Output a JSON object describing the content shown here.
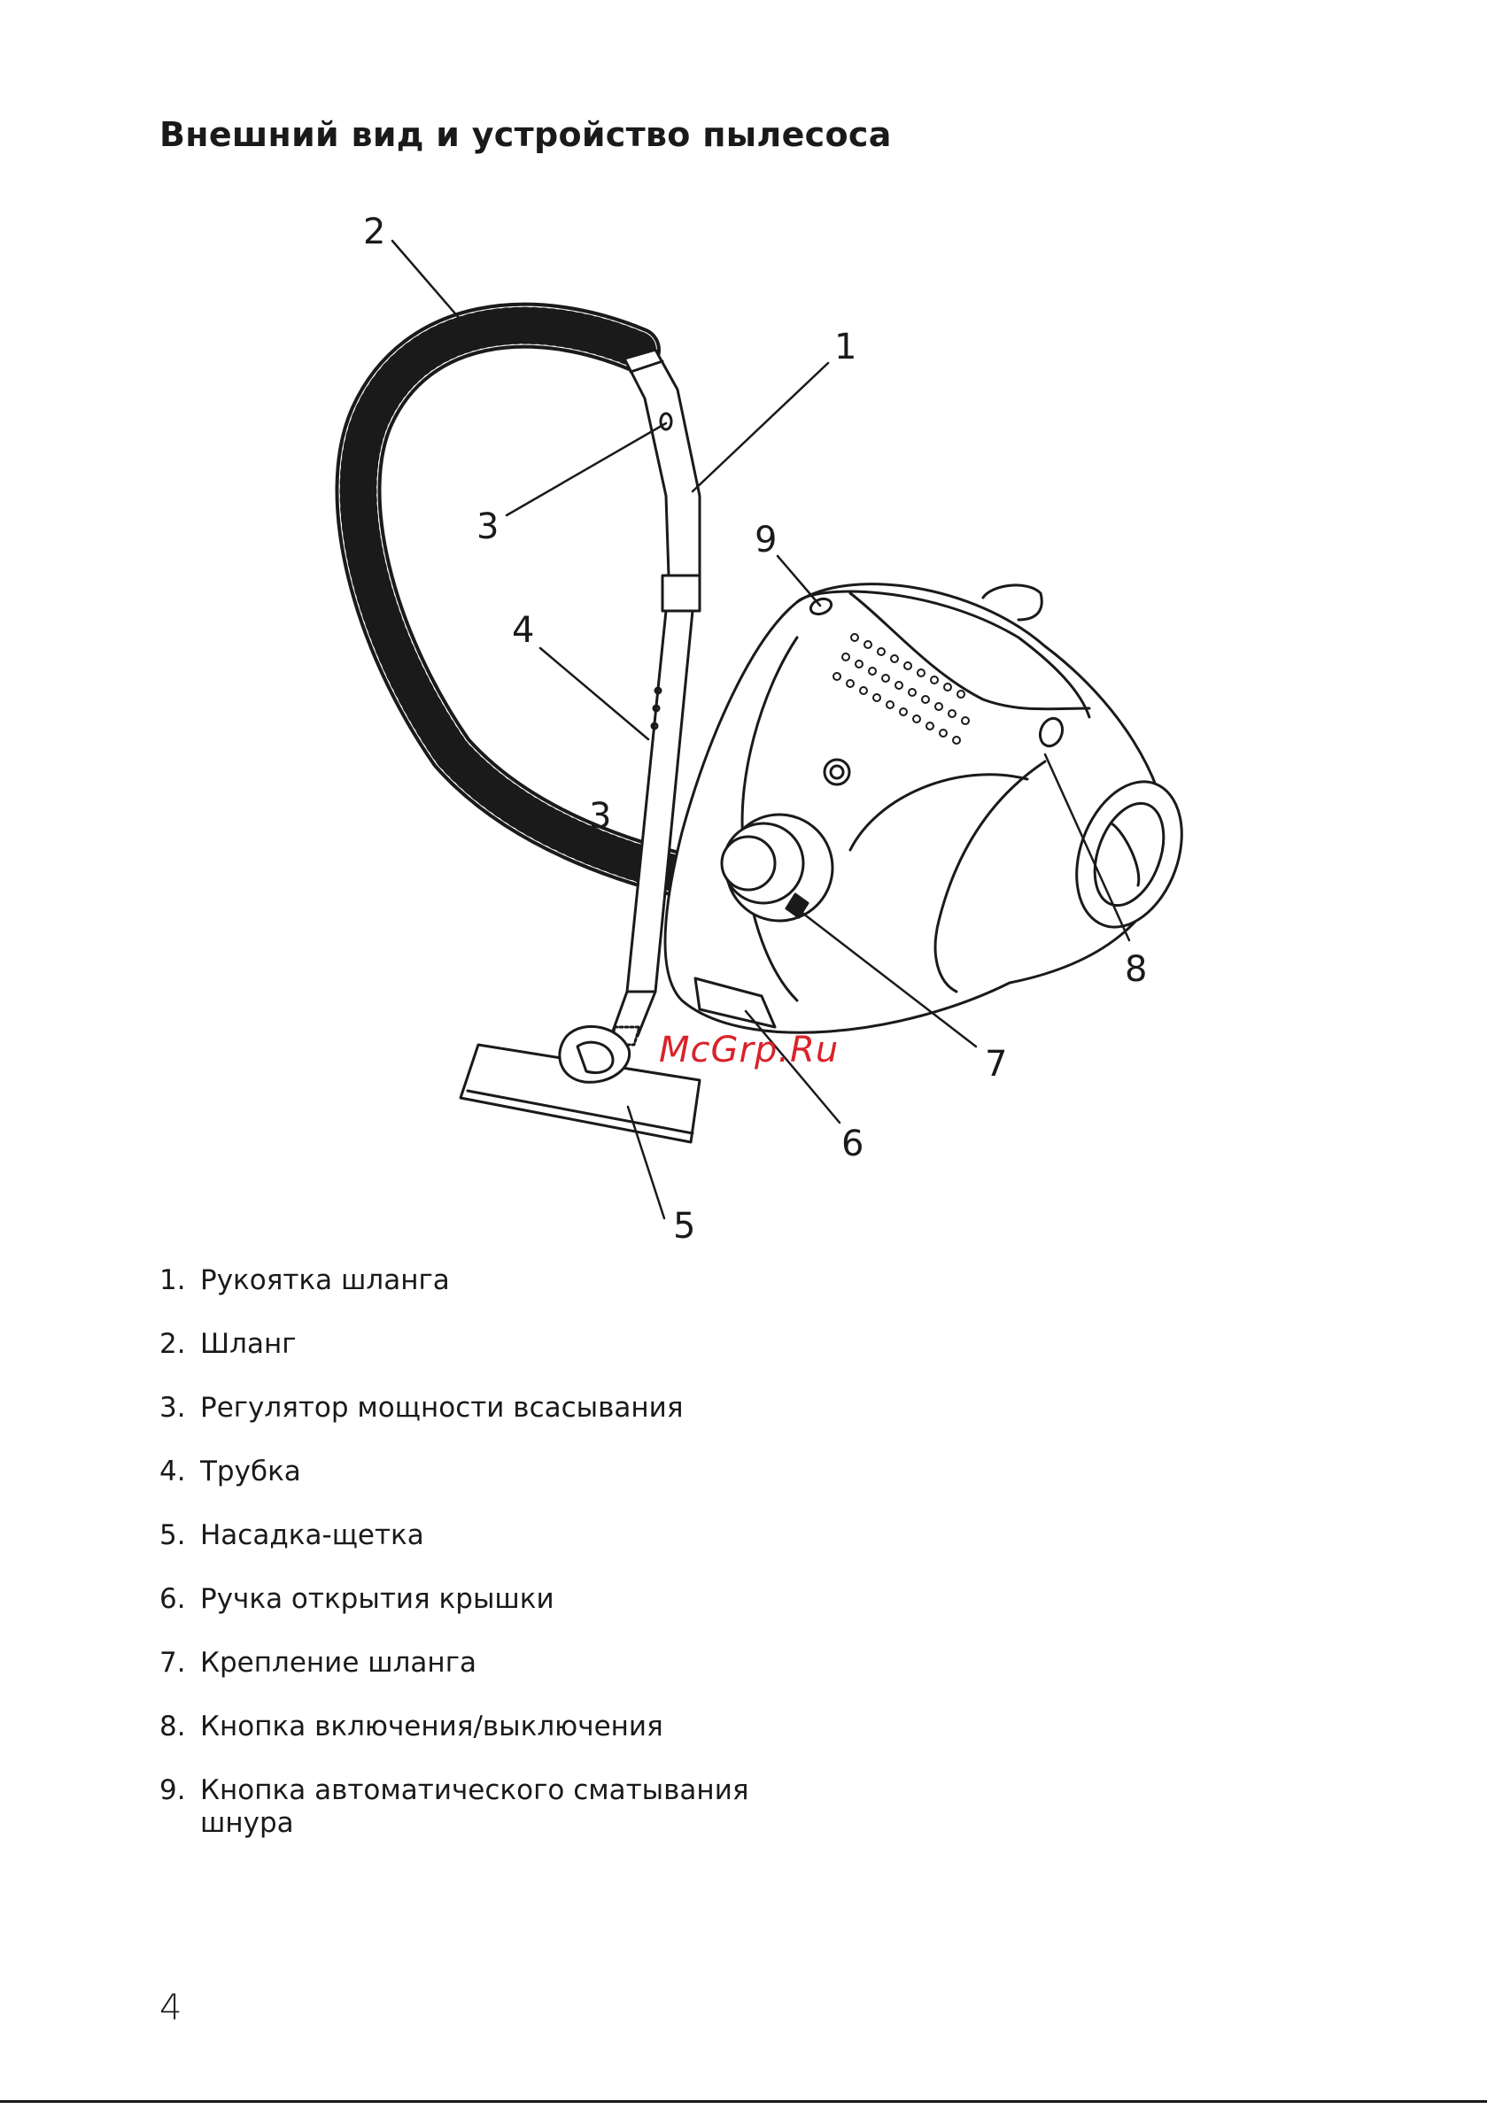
{
  "title": "Внешний вид и устройство пылесоса",
  "diagram": {
    "callouts": [
      "2",
      "1",
      "3",
      "9",
      "4",
      "3",
      "8",
      "7",
      "6",
      "5"
    ],
    "watermark": "McGrp.Ru"
  },
  "legend": [
    {
      "num": "1.",
      "text": "Рукоятка шланга"
    },
    {
      "num": "2.",
      "text": "Шланг"
    },
    {
      "num": "3.",
      "text": "Регулятор мощности всасывания"
    },
    {
      "num": "4.",
      "text": "Трубка"
    },
    {
      "num": "5.",
      "text": "Насадка-щетка"
    },
    {
      "num": "6.",
      "text": "Ручка открытия крышки"
    },
    {
      "num": "7.",
      "text": "Крепление шланга"
    },
    {
      "num": "8.",
      "text": "Кнопка включения/выключения"
    },
    {
      "num": "9.",
      "text": "Кнопка автоматического сматывания шнура"
    }
  ],
  "page_number": "4"
}
